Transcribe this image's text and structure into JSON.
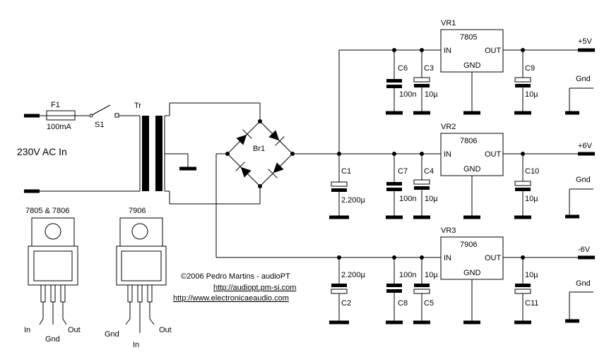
{
  "input": {
    "fuse_ref": "F1",
    "fuse_value": "100mA",
    "switch_ref": "S1",
    "transformer_ref": "Tr",
    "bridge_ref": "Br1",
    "ac_input_label": "230V AC In"
  },
  "capacitors": {
    "c1": {
      "ref": "C1",
      "value": "2.200µ"
    },
    "c2": {
      "ref": "C2",
      "value": "2.200µ"
    },
    "c3": {
      "ref": "C3",
      "value": "10µ"
    },
    "c4": {
      "ref": "C4",
      "value": "10µ"
    },
    "c5": {
      "ref": "C5",
      "value": "10µ"
    },
    "c6": {
      "ref": "C6",
      "value": "100n"
    },
    "c7": {
      "ref": "C7",
      "value": "100n"
    },
    "c8": {
      "ref": "C8",
      "value": "100n"
    },
    "c9": {
      "ref": "C9",
      "value": "10µ"
    },
    "c10": {
      "ref": "C10",
      "value": "10µ"
    },
    "c11": {
      "ref": "C11",
      "value": "10µ"
    }
  },
  "regulators": [
    {
      "ref": "VR1",
      "part": "7805",
      "pin_in": "IN",
      "pin_out": "OUT",
      "pin_gnd": "GND",
      "output": "+5V",
      "gnd": "Gnd"
    },
    {
      "ref": "VR2",
      "part": "7806",
      "pin_in": "IN",
      "pin_out": "OUT",
      "pin_gnd": "GND",
      "output": "+6V",
      "gnd": "Gnd"
    },
    {
      "ref": "VR3",
      "part": "7906",
      "pin_in": "IN",
      "pin_out": "OUT",
      "pin_gnd": "GND",
      "output": "-6V",
      "gnd": "Gnd"
    }
  ],
  "pinouts": [
    {
      "title": "7805 & 7806",
      "pin1": "In",
      "pin2": "Gnd",
      "pin3": "Out"
    },
    {
      "title": "7906",
      "pin1": "Gnd",
      "pin2": "In",
      "pin3": "Out"
    }
  ],
  "credits": {
    "copyright": "©2006 Pedro Martins - audioPT",
    "link1": "http://audiopt.pm-si.com",
    "link2": "http://www.electronicaeaudio.com"
  },
  "colors": {
    "ink": "#000000",
    "background": "#ffffff"
  }
}
